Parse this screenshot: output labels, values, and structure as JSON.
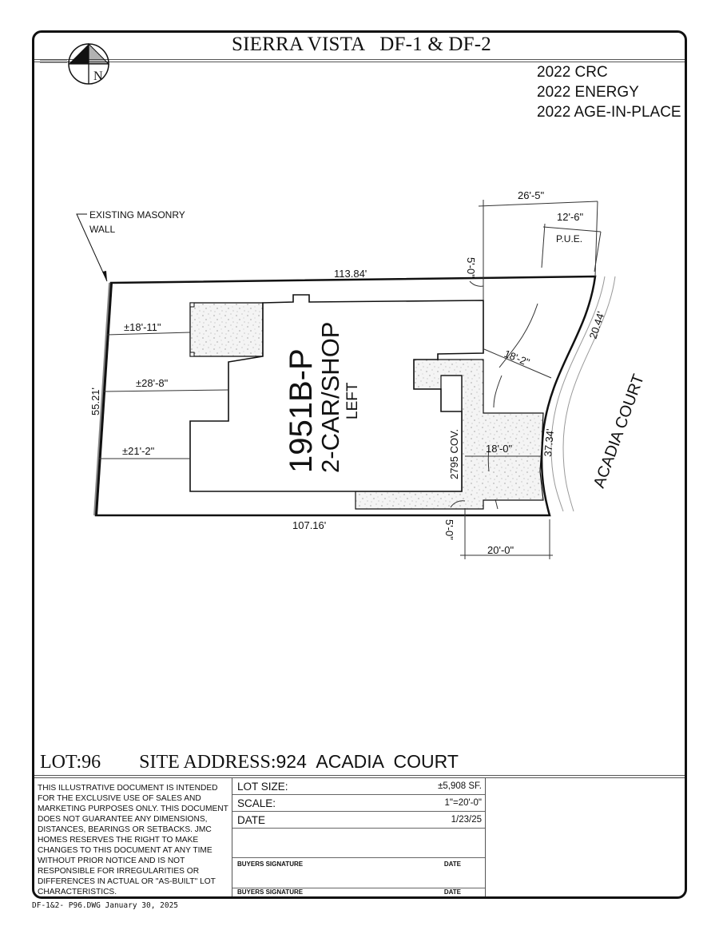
{
  "header": {
    "title": "SIERRA VISTA   DF-1 & DF-2",
    "north_arrow_label": "N",
    "codes": [
      "2022 CRC",
      "2022 ENERGY",
      "2022 AGE-IN-PLACE"
    ]
  },
  "plan": {
    "wall_note_line1": "EXISTING MASONRY",
    "wall_note_line2": "WALL",
    "lot_top": "113.84'",
    "lot_bottom": "107.16'",
    "lot_left": "55.21'",
    "arc_upper": "20.44'",
    "arc_lower": "37.34'",
    "street_name": "ACADIA COURT",
    "setback_left_1": "±18'-11\"",
    "setback_left_2": "±28'-8\"",
    "setback_left_3": "±21'-2\"",
    "side_top": "5'-0\"",
    "side_bottom": "5'-0\"",
    "front_diag": "18'-2\"",
    "drive_depth": "18'-0\"",
    "drive_width": "20'-0\"",
    "top_width": "26'-5\"",
    "pue_width": "12'-6\"",
    "pue_label": "P.U.E.",
    "cov_label": "2795 COV.",
    "plan_name": "1951B-P",
    "garage": "2-CAR/SHOP",
    "handing": "LEFT"
  },
  "lot_info": {
    "lot": "LOT:96",
    "site_address_label": "SITE ADDRESS:",
    "site_address": "924  ACADIA  COURT"
  },
  "disclaimer": "THIS ILLUSTRATIVE DOCUMENT IS INTENDED FOR THE EXCLUSIVE USE OF SALES AND MARKETING PURPOSES ONLY. THIS DOCUMENT DOES NOT GUARANTEE ANY DIMENSIONS, DISTANCES, BEARINGS OR SETBACKS. JMC HOMES RESERVES THE RIGHT TO MAKE CHANGES TO THIS DOCUMENT AT ANY TIME WITHOUT PRIOR NOTICE AND IS NOT RESPONSIBLE FOR IRREGULARITIES OR DIFFERENCES IN ACTUAL OR \"AS-BUILT\" LOT CHARACTERISTICS.",
  "table": {
    "lot_size_label": "LOT  SIZE:",
    "lot_size_value": "±5,908   SF.",
    "scale_label": "SCALE:",
    "scale_value": "1\"=20'-0\"",
    "date_label": "DATE",
    "date_value": "1/23/25",
    "buyer_sig_1": "BUYERS SIGNATURE",
    "date_1": "DATE",
    "buyer_sig_2": "BUYERS SIGNATURE",
    "date_2": "DATE"
  },
  "footer": {
    "file": "DF-1&2- P96.DWG January 30, 2025"
  }
}
